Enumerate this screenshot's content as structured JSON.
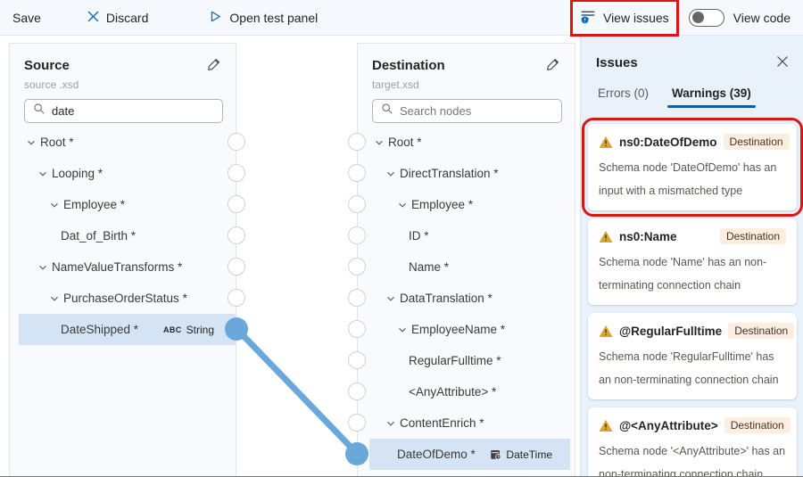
{
  "toolbar": {
    "save_label": "Save",
    "discard_label": "Discard",
    "open_test_panel_label": "Open test panel",
    "view_issues_label": "View issues",
    "view_code_label": "View code",
    "view_code_toggle_on": false,
    "view_issues_highlighted": true
  },
  "source_panel": {
    "title": "Source",
    "subtitle": "source .xsd",
    "search_value": "date",
    "nodes": [
      {
        "label": "Root *",
        "indent": 0,
        "expandable": true
      },
      {
        "label": "Looping *",
        "indent": 1,
        "expandable": true
      },
      {
        "label": "Employee *",
        "indent": 2,
        "expandable": true
      },
      {
        "label": "Dat_of_Birth *",
        "indent": 3,
        "expandable": false
      },
      {
        "label": "NameValueTransforms *",
        "indent": 1,
        "expandable": true
      },
      {
        "label": "PurchaseOrderStatus *",
        "indent": 2,
        "expandable": true
      },
      {
        "label": "DateShipped *",
        "indent": 3,
        "expandable": false,
        "selected": true,
        "type_badge": "String",
        "type_badge_glyph": "ABC"
      }
    ]
  },
  "destination_panel": {
    "title": "Destination",
    "subtitle": "target.xsd",
    "search_placeholder": "Search nodes",
    "nodes": [
      {
        "label": "Root *",
        "indent": 0,
        "expandable": true
      },
      {
        "label": "DirectTranslation *",
        "indent": 1,
        "expandable": true
      },
      {
        "label": "Employee *",
        "indent": 2,
        "expandable": true
      },
      {
        "label": "ID *",
        "indent": 3,
        "expandable": false
      },
      {
        "label": "Name *",
        "indent": 3,
        "expandable": false
      },
      {
        "label": "DataTranslation *",
        "indent": 1,
        "expandable": true
      },
      {
        "label": "EmployeeName *",
        "indent": 2,
        "expandable": true
      },
      {
        "label": "RegularFulltime *",
        "indent": 3,
        "expandable": false
      },
      {
        "label": "<AnyAttribute> *",
        "indent": 3,
        "expandable": false
      },
      {
        "label": "ContentEnrich *",
        "indent": 1,
        "expandable": true
      },
      {
        "label": "DateOfDemo *",
        "indent": 2,
        "expandable": false,
        "selected": true,
        "type_badge": "DateTime",
        "type_badge_icon": "calendar-clock"
      }
    ]
  },
  "connection": {
    "from_node": "DateShipped *",
    "to_node": "DateOfDemo *"
  },
  "issues_panel": {
    "title": "Issues",
    "tabs": {
      "errors": "Errors (0)",
      "warnings": "Warnings (39)",
      "active": "warnings"
    },
    "warnings": [
      {
        "name": "ns0:DateOfDemo",
        "badge": "Destination",
        "message": "Schema node 'DateOfDemo' has an input with a mismatched type",
        "highlighted": true
      },
      {
        "name": "ns0:Name",
        "badge": "Destination",
        "message": "Schema node 'Name' has an non-terminating connection chain"
      },
      {
        "name": "@RegularFulltime",
        "badge": "Destination",
        "message": "Schema node 'RegularFulltime' has an non-terminating connection chain"
      },
      {
        "name": "@<AnyAttribute>",
        "badge": "Destination",
        "message": "Schema node '<AnyAttribute>' has an non-terminating connection chain"
      }
    ]
  },
  "colors": {
    "accent_blue": "#0f6cbd",
    "tab_underline": "#115ea3",
    "connection_blue": "#6aa7da",
    "selected_row": "#d5e4f5",
    "warning_amber": "#d7a531",
    "annotation_red": "#de1414",
    "issues_panel_bg": "#e9f1fa",
    "destination_badge_bg": "#fcefe2"
  }
}
